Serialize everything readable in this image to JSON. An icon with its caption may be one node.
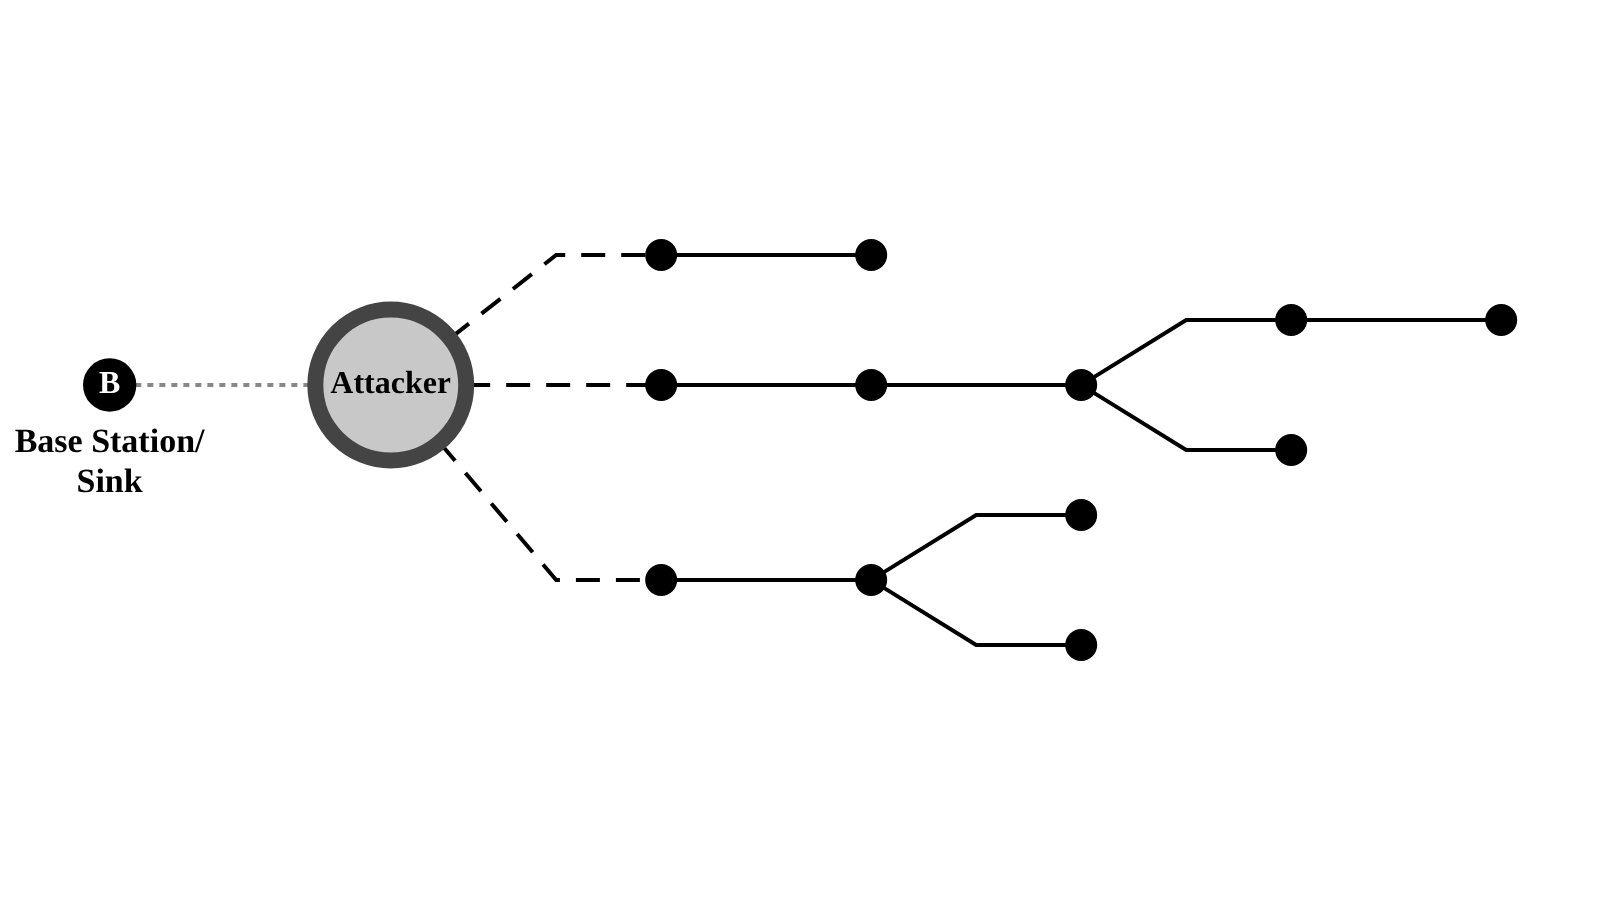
{
  "diagram": {
    "nodes": [
      {
        "text": [
          "B"
        ],
        "beside": [
          "Base Station/ Sink"
        ]
      },
      {
        "text": [
          "Attacker"
        ]
      },
      {
        "text": [],
        "shape": "circle"
      },
      {
        "text": [],
        "shape": "circle"
      },
      {
        "text": [],
        "shape": "circle"
      },
      {
        "text": [],
        "shape": "circle"
      },
      {
        "text": [],
        "shape": "circle"
      },
      {
        "text": [],
        "shape": "circle"
      },
      {
        "text": [],
        "shape": "circle"
      },
      {
        "text": [],
        "shape": "circle"
      },
      {
        "text": [],
        "shape": "circle"
      },
      {
        "text": [],
        "shape": "circle"
      },
      {
        "text": [],
        "shape": "circle"
      },
      {
        "text": [],
        "shape": "circle"
      }
    ],
    "edges": [
      {
        "from": 0,
        "to": 1,
        "arrow": "none",
        "style": "dashed",
        "color": "#888888"
      },
      {
        "from": 1,
        "to": 6,
        "arrow": "none",
        "style": "dashed"
      },
      {
        "from": 1,
        "to": 4,
        "arrow": "none",
        "style": "dashed"
      },
      {
        "from": 1,
        "to": 2,
        "arrow": "none",
        "style": "dashed"
      },
      {
        "from": 2,
        "to": 3,
        "arrow": "none"
      },
      {
        "from": 6,
        "to": 9,
        "arrow": "none"
      },
      {
        "from": 9,
        "to": 13,
        "arrow": "none"
      },
      {
        "from": 9,
        "to": 12,
        "arrow": "none"
      },
      {
        "from": 4,
        "to": 5,
        "arrow": "none"
      },
      {
        "from": 5,
        "to": 7,
        "arrow": "none"
      },
      {
        "from": 7,
        "to": 10,
        "arrow": "none"
      },
      {
        "from": 7,
        "to": 8,
        "arrow": "none"
      },
      {
        "from": 8,
        "to": 11,
        "arrow": "none"
      }
    ]
  }
}
